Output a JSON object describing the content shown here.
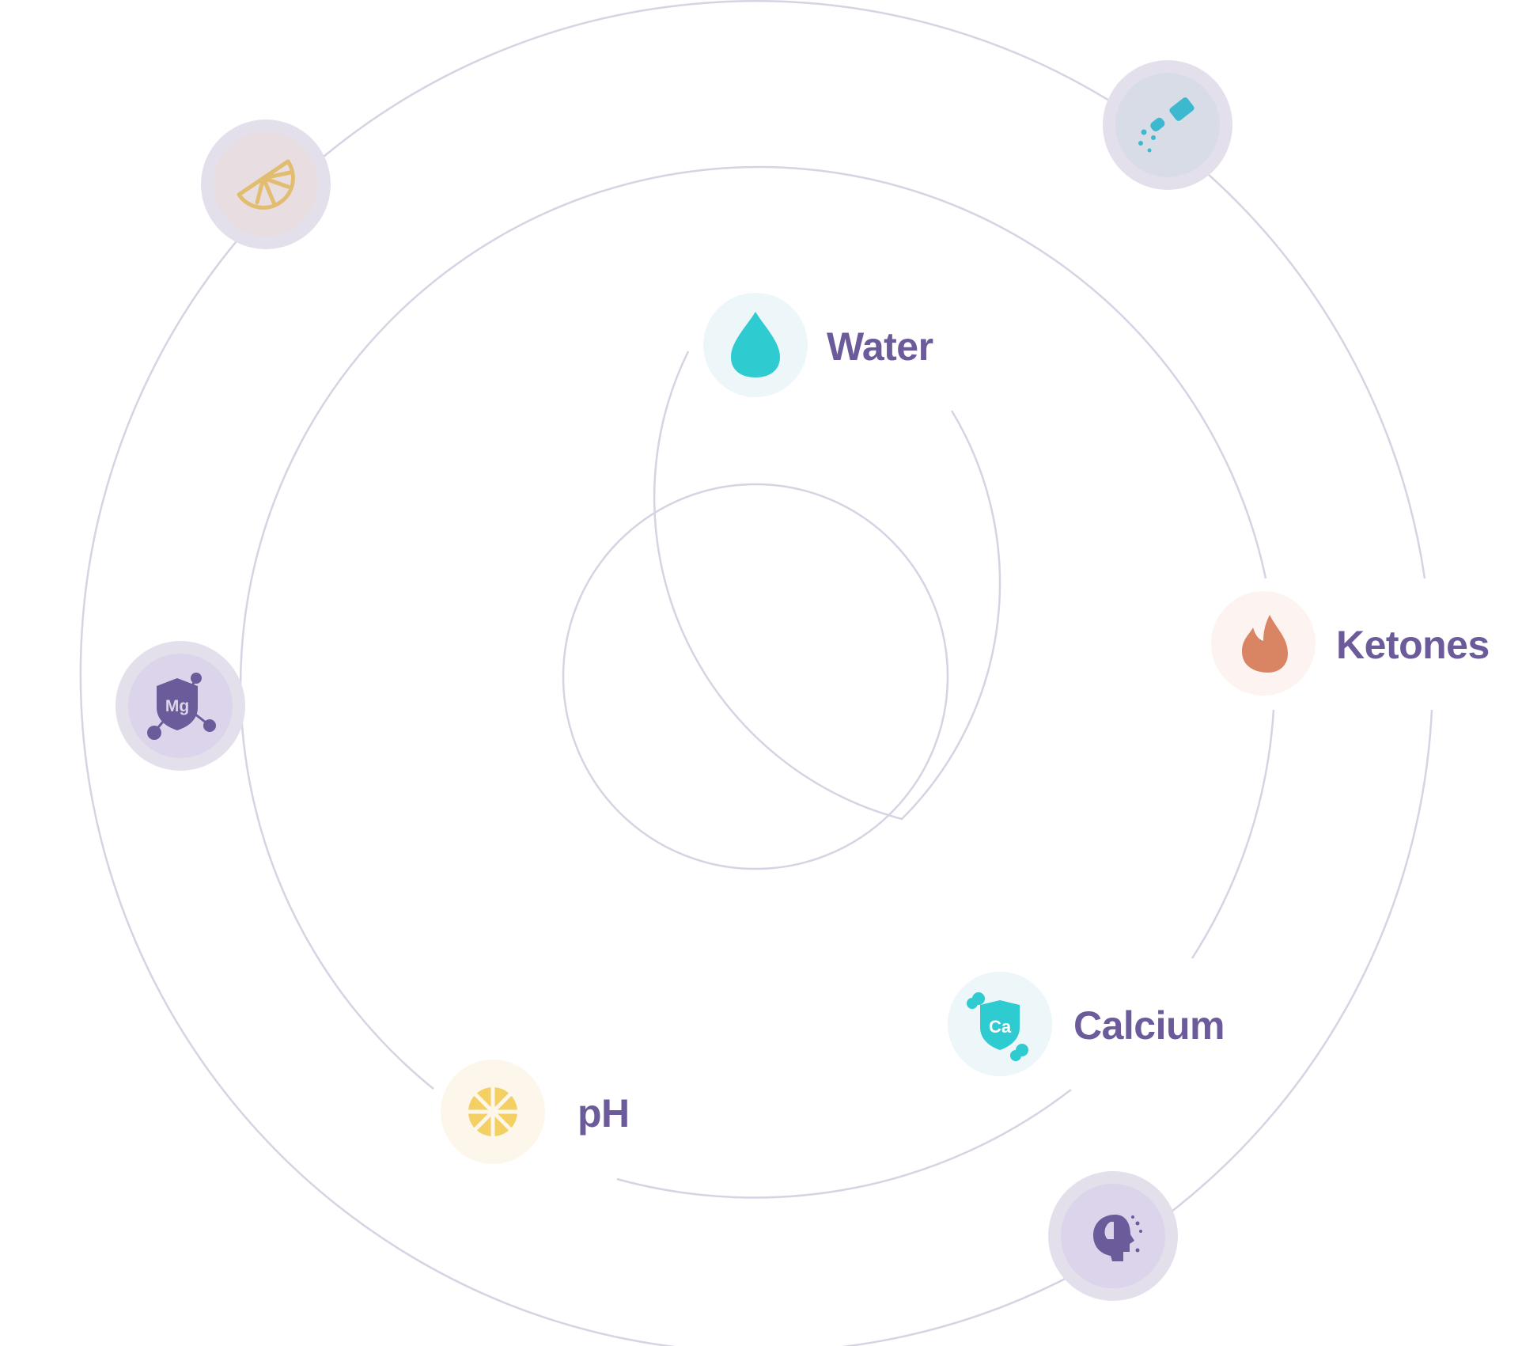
{
  "colors": {
    "ring": "#d6d3e3",
    "label": "#6b5b9a",
    "water": "#2ecbd0",
    "ketones": "#d98463",
    "calcium": "#2ecbd0",
    "ph": "#f4cf63",
    "lemon_slice": "#e2bd70",
    "salt": "#3db9cf",
    "magnesium": "#6b5b9a",
    "brain": "#6b5b9a"
  },
  "labeled_nodes": [
    {
      "id": "water",
      "label": "Water",
      "icon": "water-drop-icon"
    },
    {
      "id": "ketones",
      "label": "Ketones",
      "icon": "flame-icon"
    },
    {
      "id": "calcium",
      "label": "Calcium",
      "icon": "calcium-shield-icon",
      "icon_text": "Ca"
    },
    {
      "id": "ph",
      "label": "pH",
      "icon": "citrus-slice-icon"
    }
  ],
  "unlabeled_nodes": [
    {
      "id": "lemon",
      "icon": "lemon-wedge-icon"
    },
    {
      "id": "salt",
      "icon": "salt-shaker-icon"
    },
    {
      "id": "magnesium",
      "icon": "magnesium-shield-icon",
      "icon_text": "Mg"
    },
    {
      "id": "brain",
      "icon": "brain-head-icon"
    }
  ]
}
